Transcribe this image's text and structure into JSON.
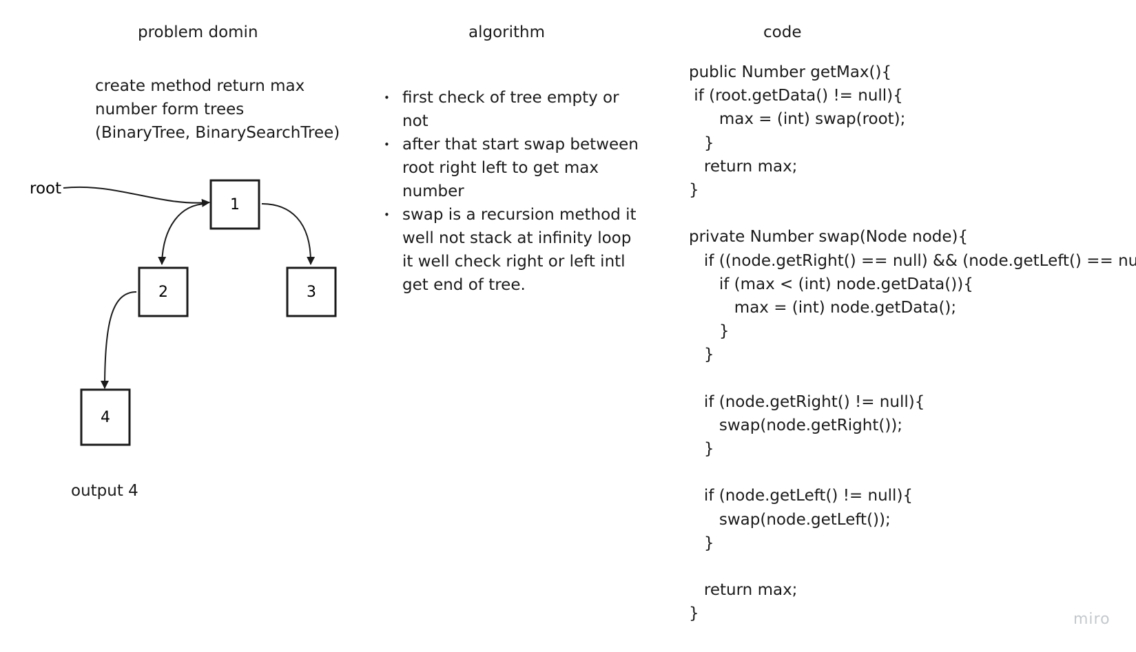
{
  "headings": {
    "problem": "problem domin",
    "algorithm": "algorithm",
    "code": "code"
  },
  "problem": {
    "lines": [
      "create method return max",
      "number form trees",
      "(BinaryTree, BinarySearchTree)"
    ]
  },
  "tree": {
    "root_label": "root",
    "nodes": [
      "1",
      "2",
      "3",
      "4"
    ]
  },
  "output": "output 4",
  "algorithm": {
    "items": [
      "first check of tree empty or not",
      "after that start swap between root right left to get max number",
      "swap is a recursion method it well not stack at infinity loop it well check right or left intl get end of tree."
    ]
  },
  "code": {
    "lines": [
      "public Number getMax(){",
      " if (root.getData() != null){",
      "      max = (int) swap(root);",
      "   }",
      "   return max;",
      "}",
      "",
      "private Number swap(Node node){",
      "   if ((node.getRight() == null) && (node.getLeft() == null)){",
      "      if (max < (int) node.getData()){",
      "         max = (int) node.getData();",
      "      }",
      "   }",
      "",
      "   if (node.getRight() != null){",
      "      swap(node.getRight());",
      "   }",
      "",
      "   if (node.getLeft() != null){",
      "      swap(node.getLeft());",
      "   }",
      "",
      "   return max;",
      "}"
    ]
  },
  "watermark": "miro"
}
